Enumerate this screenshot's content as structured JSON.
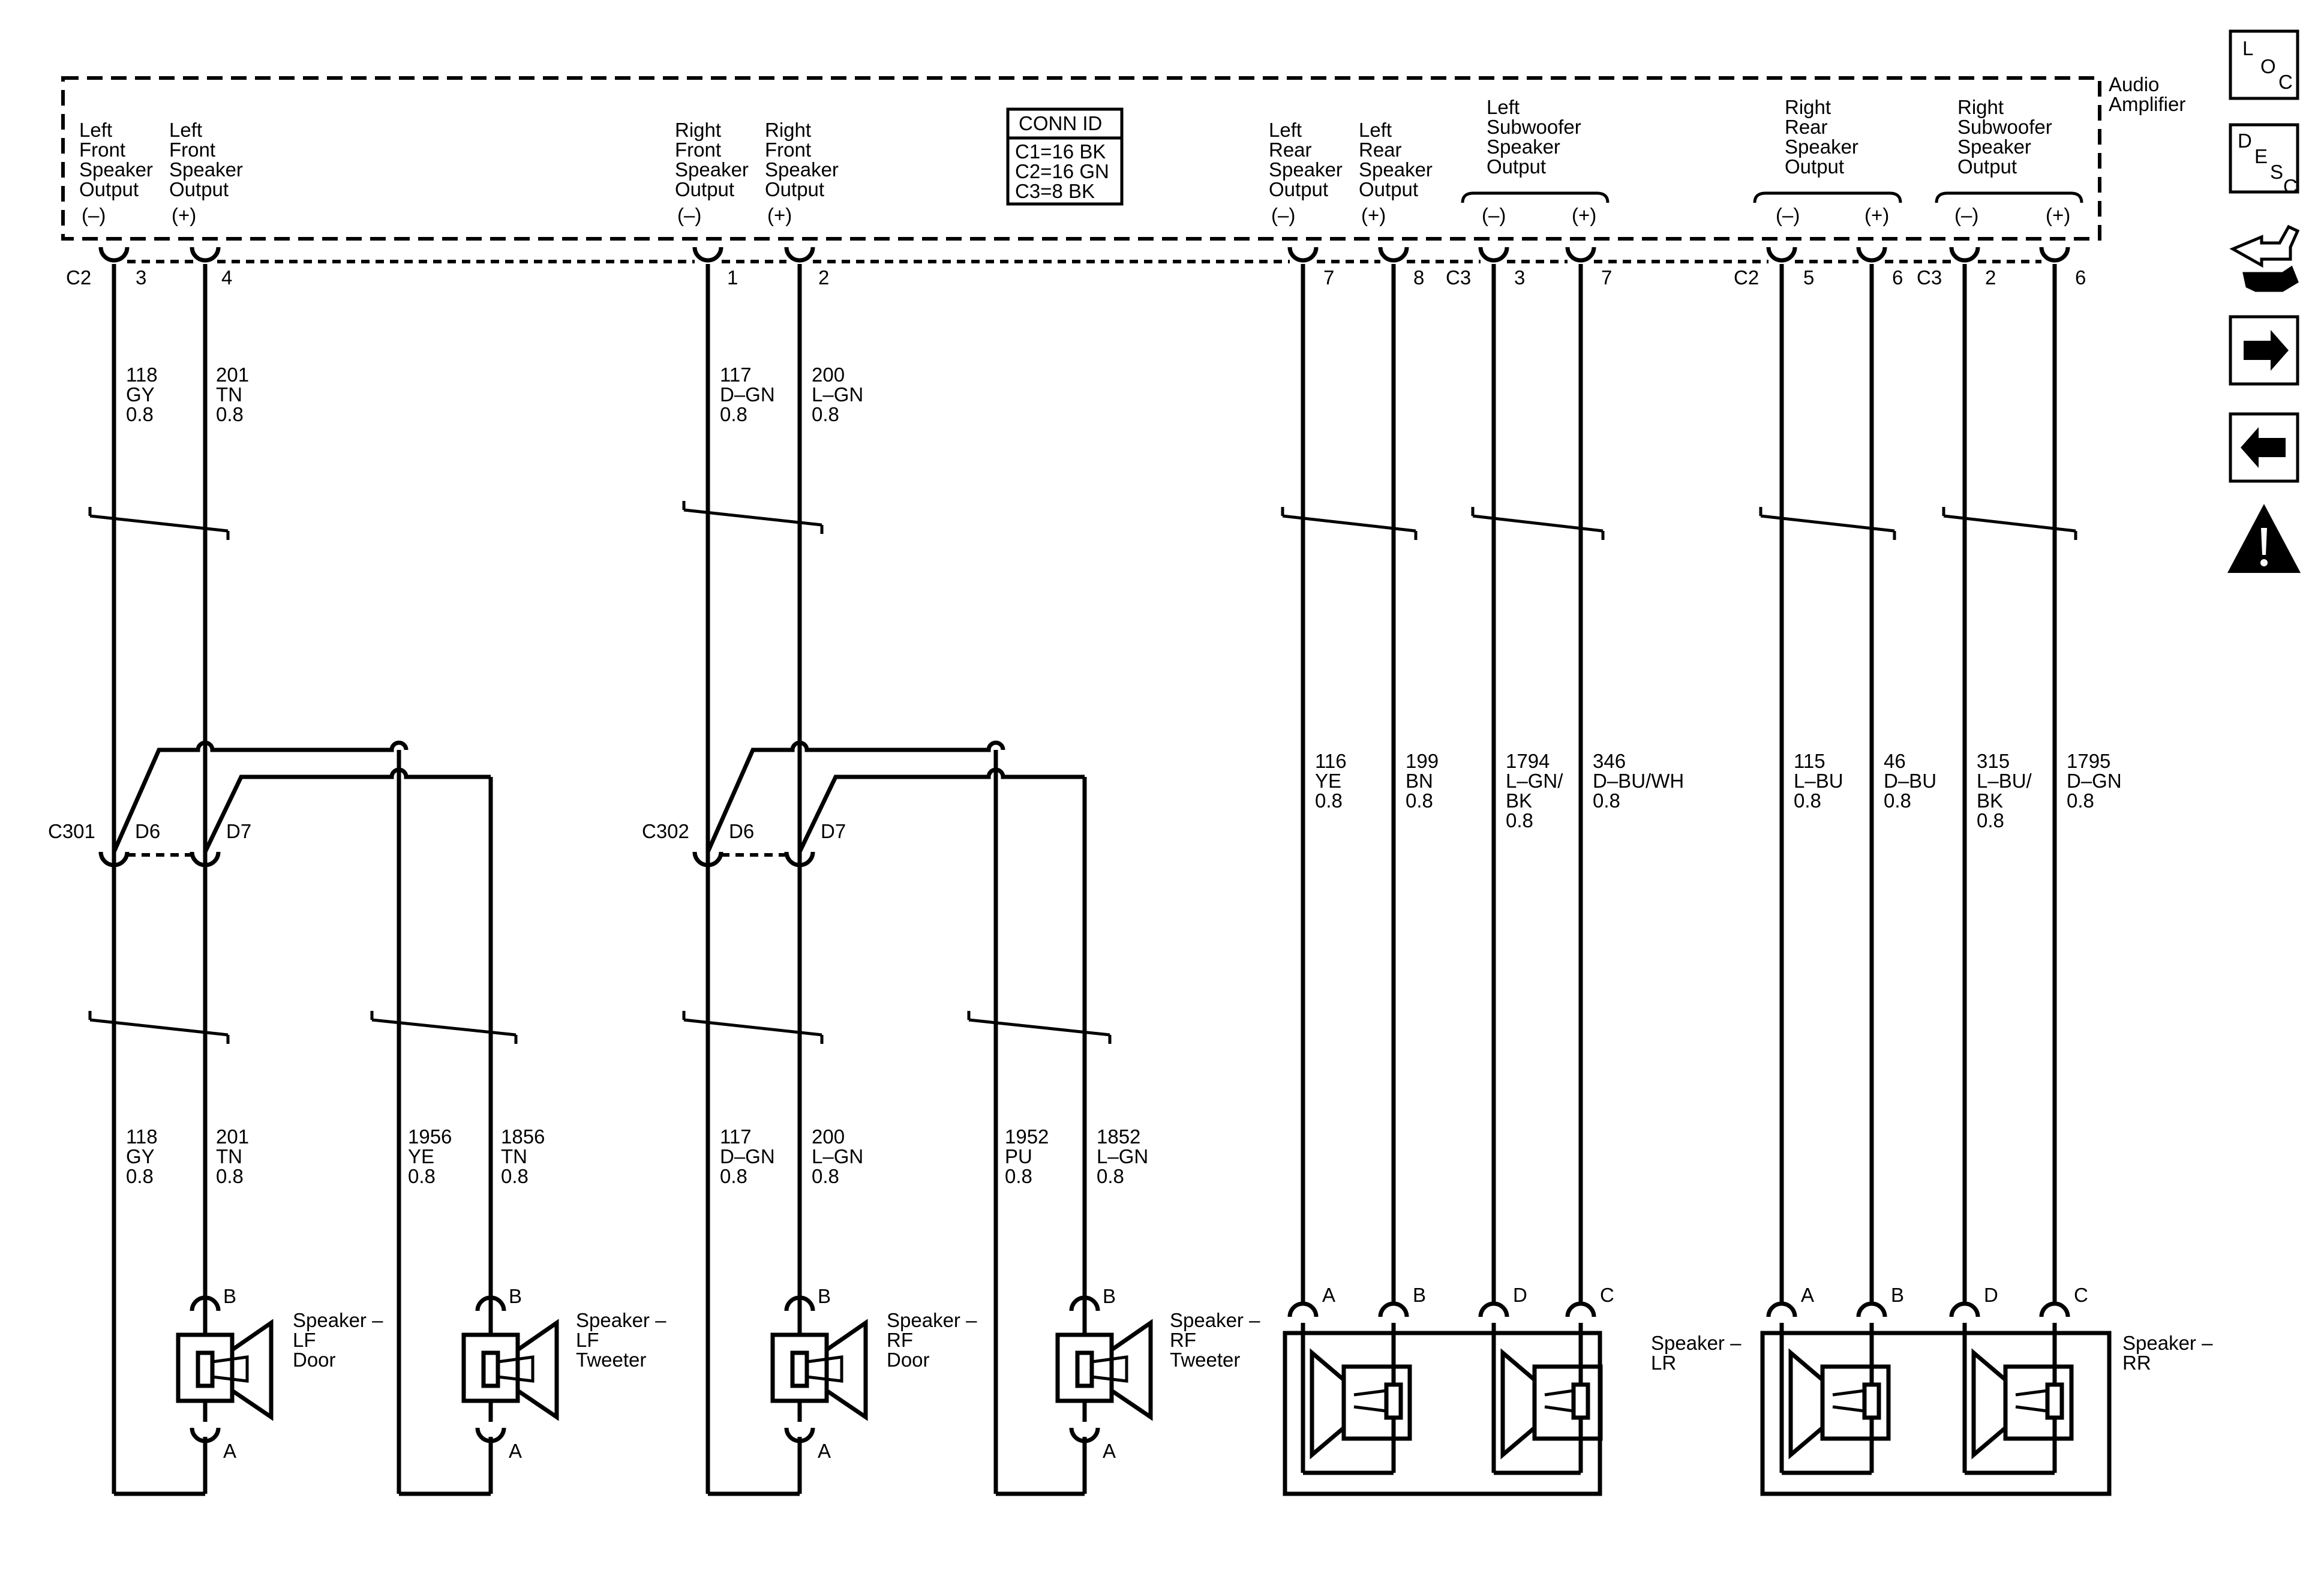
{
  "amplifier": {
    "label": [
      "Audio",
      "Amplifier"
    ],
    "conn_id": {
      "title": "CONN ID",
      "lines": [
        "C1=16 BK",
        "C2=16 GN",
        "C3=8 BK"
      ]
    },
    "outputs": [
      {
        "lines": [
          "Left",
          "Front",
          "Speaker",
          "Output"
        ],
        "pol": "(–)"
      },
      {
        "lines": [
          "Left",
          "Front",
          "Speaker",
          "Output"
        ],
        "pol": "(+)"
      },
      {
        "lines": [
          "Right",
          "Front",
          "Speaker",
          "Output"
        ],
        "pol": "(–)"
      },
      {
        "lines": [
          "Right",
          "Front",
          "Speaker",
          "Output"
        ],
        "pol": "(+)"
      },
      {
        "lines": [
          "Left",
          "Rear",
          "Speaker",
          "Output"
        ],
        "pol": "(–)"
      },
      {
        "lines": [
          "Left",
          "Rear",
          "Speaker",
          "Output"
        ],
        "pol": "(+)"
      }
    ],
    "group_outputs": [
      {
        "lines": [
          "Left",
          "Subwoofer",
          "Speaker",
          "Output"
        ],
        "pols": [
          "(–)",
          "(+)"
        ]
      },
      {
        "lines": [
          "Right",
          "Rear",
          "Speaker",
          "Output"
        ],
        "pols": [
          "(–)",
          "(+)"
        ]
      },
      {
        "lines": [
          "Right",
          "Subwoofer",
          "Speaker",
          "Output"
        ],
        "pols": [
          "(–)",
          "(+)"
        ]
      }
    ]
  },
  "connectors": {
    "top_pins": [
      {
        "conn": "C2",
        "pin": "3"
      },
      {
        "conn": "",
        "pin": "4"
      },
      {
        "conn": "",
        "pin": "1"
      },
      {
        "conn": "",
        "pin": "2"
      },
      {
        "conn": "",
        "pin": "7"
      },
      {
        "conn": "",
        "pin": "8"
      },
      {
        "conn": "C3",
        "pin": "3"
      },
      {
        "conn": "",
        "pin": "7"
      },
      {
        "conn": "C2",
        "pin": "5"
      },
      {
        "conn": "",
        "pin": "6"
      },
      {
        "conn": "C3",
        "pin": "2"
      },
      {
        "conn": "",
        "pin": "6"
      }
    ],
    "inline": [
      {
        "name": "C301",
        "pins": [
          "D6",
          "D7"
        ]
      },
      {
        "name": "C302",
        "pins": [
          "D6",
          "D7"
        ]
      }
    ]
  },
  "wires_upper": [
    [
      "118",
      "GY",
      "0.8"
    ],
    [
      "201",
      "TN",
      "0.8"
    ],
    [
      "117",
      "D–GN",
      "0.8"
    ],
    [
      "200",
      "L–GN",
      "0.8"
    ],
    [
      "116",
      "YE",
      "0.8"
    ],
    [
      "199",
      "BN",
      "0.8"
    ],
    [
      "1794",
      "L–GN/",
      "BK",
      "0.8"
    ],
    [
      "346",
      "D–BU/WH",
      "0.8"
    ],
    [
      "115",
      "L–BU",
      "0.8"
    ],
    [
      "46",
      "D–BU",
      "0.8"
    ],
    [
      "315",
      "L–BU/",
      "BK",
      "0.8"
    ],
    [
      "1795",
      "D–GN",
      "0.8"
    ]
  ],
  "wires_lower": [
    [
      "118",
      "GY",
      "0.8"
    ],
    [
      "201",
      "TN",
      "0.8"
    ],
    [
      "1956",
      "YE",
      "0.8"
    ],
    [
      "1856",
      "TN",
      "0.8"
    ],
    [
      "117",
      "D–GN",
      "0.8"
    ],
    [
      "200",
      "L–GN",
      "0.8"
    ],
    [
      "1952",
      "PU",
      "0.8"
    ],
    [
      "1852",
      "L–GN",
      "0.8"
    ]
  ],
  "speakers": [
    {
      "name": [
        "Speaker –",
        "LF",
        "Door"
      ],
      "pins": [
        "B",
        "A"
      ]
    },
    {
      "name": [
        "Speaker –",
        "LF",
        "Tweeter"
      ],
      "pins": [
        "B",
        "A"
      ]
    },
    {
      "name": [
        "Speaker –",
        "RF",
        "Door"
      ],
      "pins": [
        "B",
        "A"
      ]
    },
    {
      "name": [
        "Speaker –",
        "RF",
        "Tweeter"
      ],
      "pins": [
        "B",
        "A"
      ]
    },
    {
      "name": [
        "Speaker –",
        "LR"
      ],
      "pins": [
        "A",
        "B",
        "D",
        "C"
      ]
    },
    {
      "name": [
        "Speaker –",
        "RR"
      ],
      "pins": [
        "A",
        "B",
        "D",
        "C"
      ]
    }
  ],
  "side_icons": [
    {
      "name": "loc-icon",
      "text": [
        "L",
        "O",
        "C"
      ]
    },
    {
      "name": "desc-icon",
      "text": [
        "D",
        "E",
        "S",
        "C"
      ]
    },
    {
      "name": "connector-wrench-icon"
    },
    {
      "name": "arrow-right-icon"
    },
    {
      "name": "arrow-left-icon"
    },
    {
      "name": "warning-icon"
    }
  ]
}
